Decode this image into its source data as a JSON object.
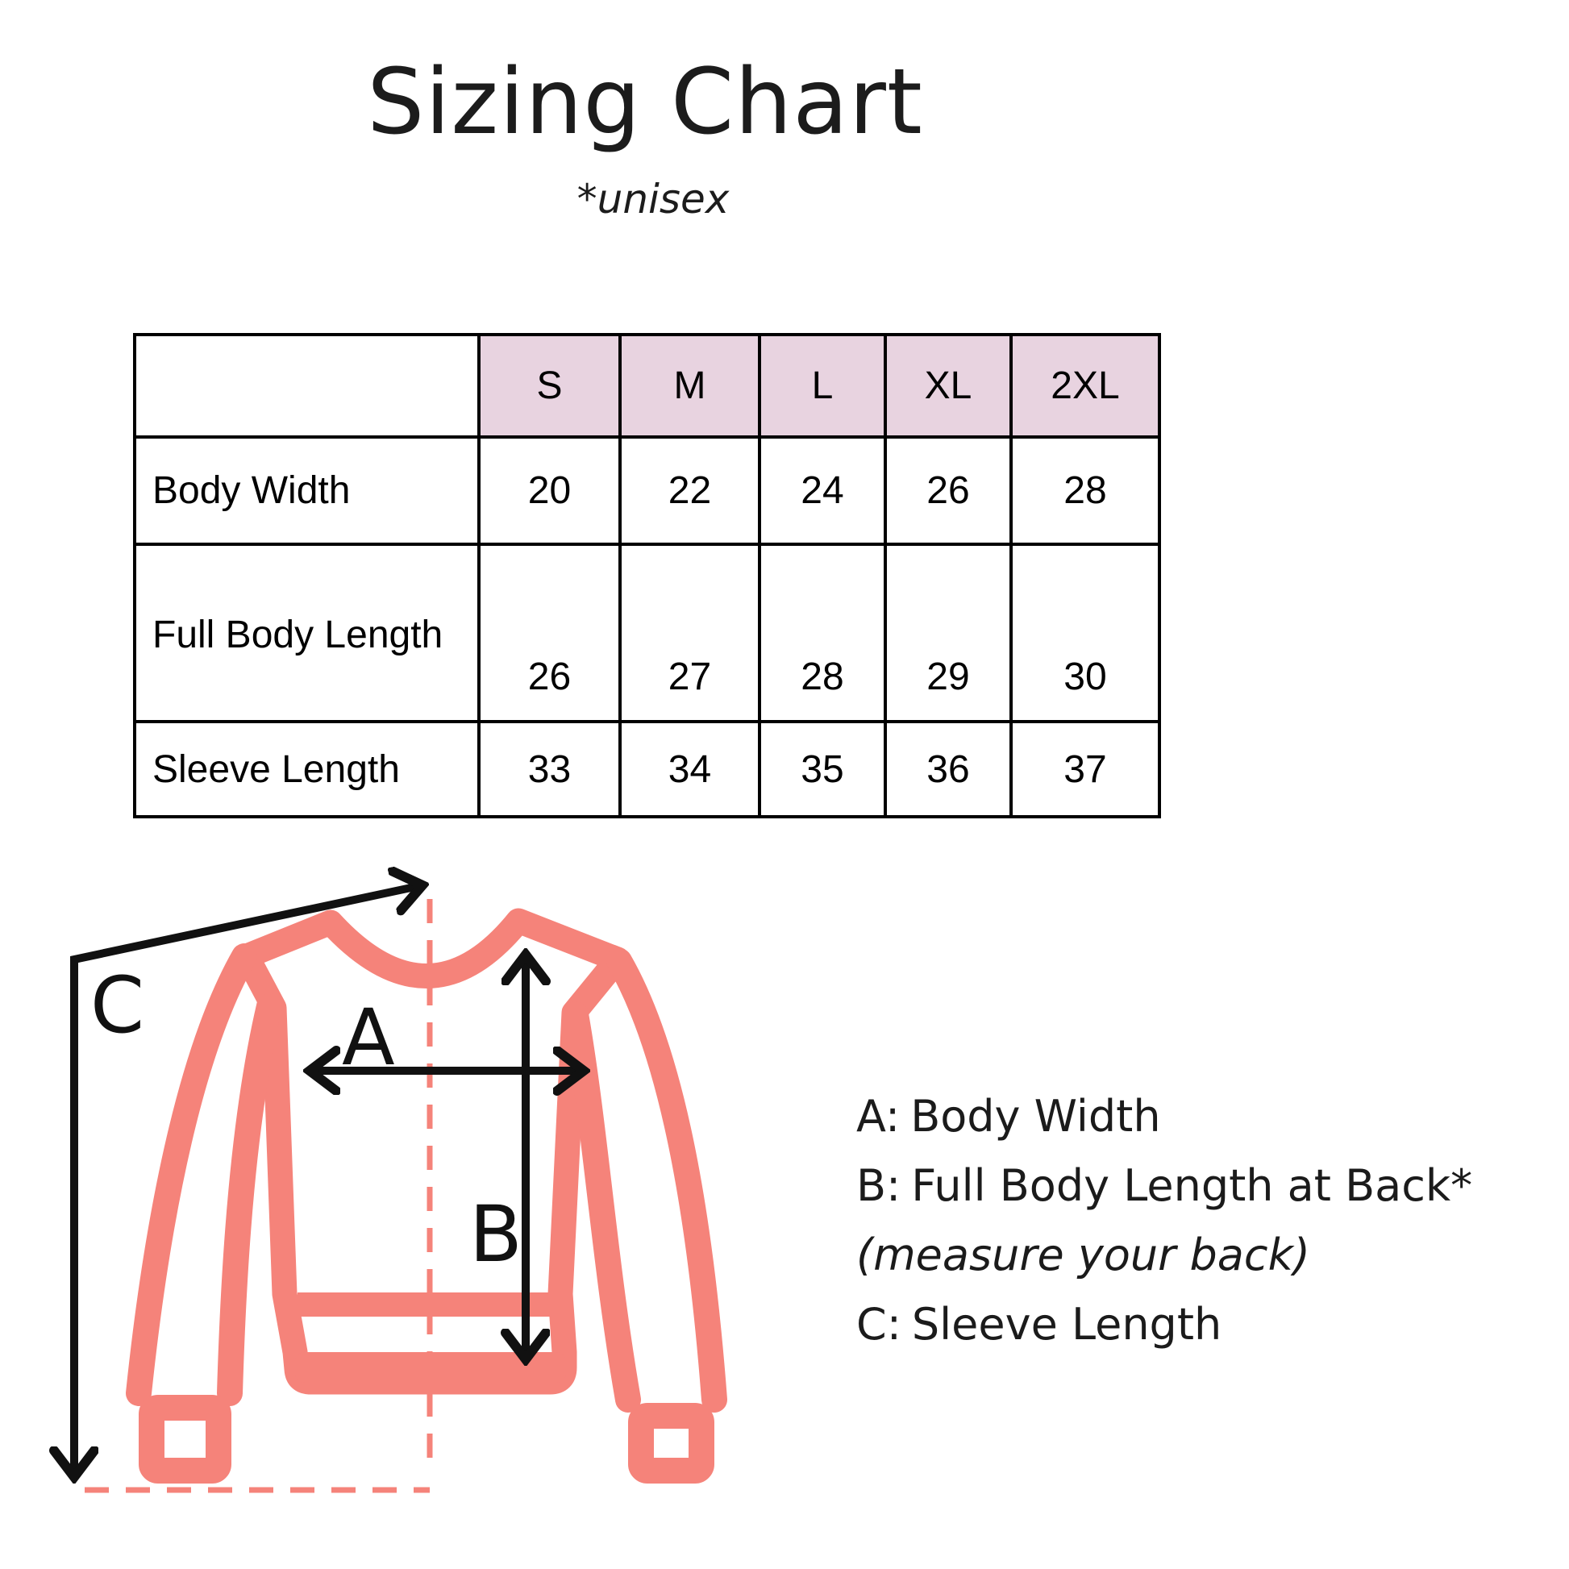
{
  "header": {
    "title": "Sizing Chart",
    "subtitle": "*unisex"
  },
  "size_table": {
    "columns": [
      "S",
      "M",
      "L",
      "XL",
      "2XL"
    ],
    "rows": [
      {
        "label": "Body Width",
        "values": [
          "20",
          "22",
          "24",
          "26",
          "28"
        ]
      },
      {
        "label": "Full Body Length",
        "values": [
          "26",
          "27",
          "28",
          "29",
          "30"
        ]
      },
      {
        "label": "Sleeve Length",
        "values": [
          "33",
          "34",
          "35",
          "36",
          "37"
        ]
      }
    ],
    "header_bg": "#e8d3e0",
    "border_color": "#000000"
  },
  "diagram": {
    "labels": {
      "a": "A",
      "b": "B",
      "c": "C"
    },
    "sweater_color": "#f5837a",
    "dash_color": "#f5837a",
    "arrow_color": "#111111"
  },
  "legend": {
    "items": [
      {
        "prefix": "A:",
        "text": "Body Width",
        "italic": false
      },
      {
        "prefix": "B:",
        "text": "Full Body Length at Back*",
        "italic": false
      },
      {
        "prefix": "",
        "text": "(measure your back)",
        "italic": true
      },
      {
        "prefix": "C:",
        "text": "Sleeve Length",
        "italic": false
      }
    ]
  },
  "chart_data": {
    "type": "table",
    "title": "Sizing Chart",
    "subtitle": "*unisex",
    "categories": [
      "S",
      "M",
      "L",
      "XL",
      "2XL"
    ],
    "series": [
      {
        "name": "Body Width",
        "values": [
          20,
          22,
          24,
          26,
          28
        ]
      },
      {
        "name": "Full Body Length",
        "values": [
          26,
          27,
          28,
          29,
          30
        ]
      },
      {
        "name": "Sleeve Length",
        "values": [
          33,
          34,
          35,
          36,
          37
        ]
      }
    ],
    "annotations": [
      "A: Body Width",
      "B: Full Body Length at Back* (measure your back)",
      "C: Sleeve Length"
    ],
    "legend_position": "right",
    "grid": true
  }
}
